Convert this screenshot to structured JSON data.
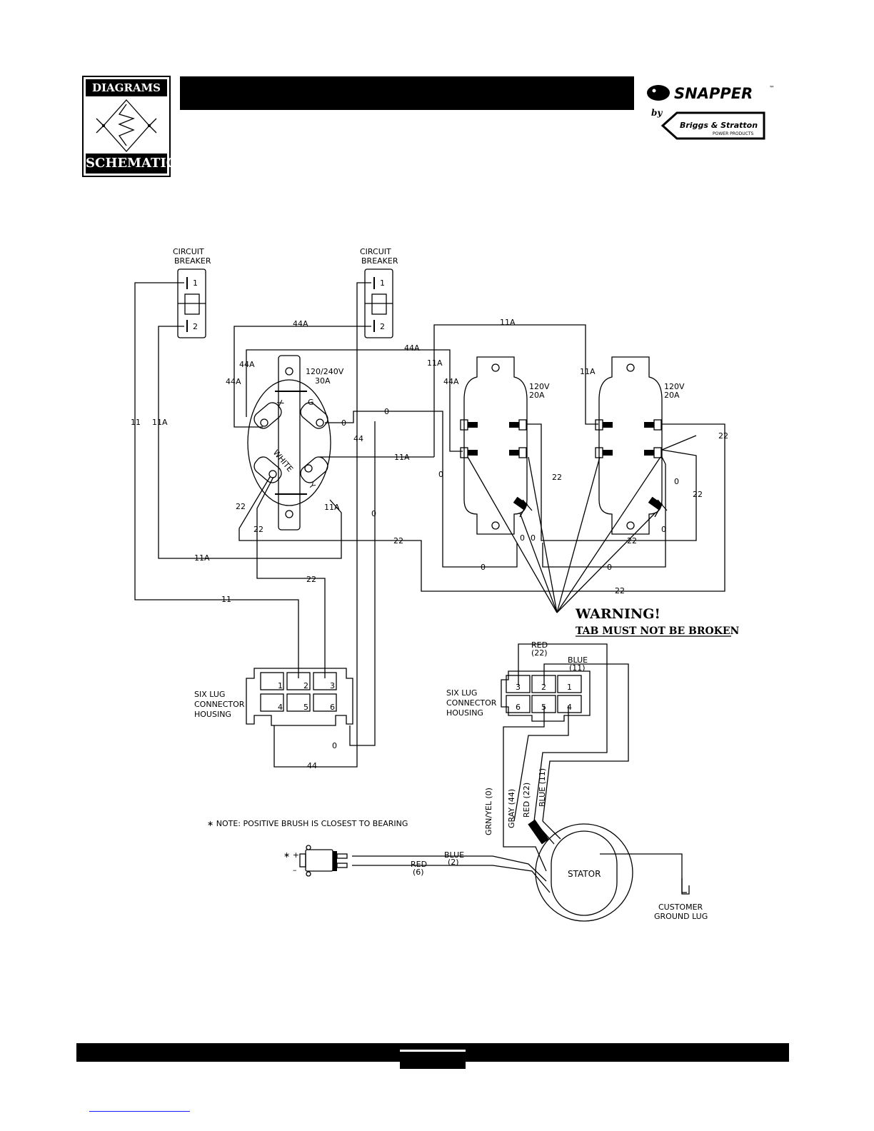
{
  "header": {
    "logo_top": "DIAGRAMS &",
    "logo_bottom": "SCHEMATICS",
    "brand_name": "SNAPPER",
    "brand_by": "by",
    "brand_partner": "Briggs & Stratton",
    "brand_partner_sub": "POWER PRODUCTS"
  },
  "labels": {
    "cb1": [
      "CIRCUIT",
      "BREAKER"
    ],
    "cb2": [
      "CIRCUIT",
      "BREAKER"
    ],
    "cb_pin1": "1",
    "cb_pin2": "2",
    "twist_lock": [
      "120/240V",
      "30A"
    ],
    "outlet1": [
      "120V",
      "20A"
    ],
    "outlet2": [
      "120V",
      "20A"
    ],
    "pin_x": "X",
    "pin_white": "WHITE",
    "pin_y": "Y",
    "pin_g": "G",
    "warning_title": "WARNING!",
    "warning_text": "TAB MUST NOT BE BROKEN",
    "six_lug_left": [
      "SIX LUG",
      "CONNECTOR",
      "HOUSING"
    ],
    "six_lug_right": [
      "SIX LUG",
      "CONNECTOR",
      "HOUSING"
    ],
    "note": "∗ NOTE: POSITIVE BRUSH IS CLOSEST TO BEARING",
    "stator": "STATOR",
    "ground_lug": [
      "CUSTOMER",
      "GROUND LUG"
    ],
    "brush_plus": "∗ +",
    "brush_minus": "–",
    "wire_blue2": [
      "BLUE",
      "(2)"
    ],
    "wire_red6": [
      "RED",
      "(6)"
    ],
    "wire_red22": [
      "RED",
      "(22)"
    ],
    "wire_blue11": [
      "BLUE",
      "(11)"
    ],
    "lead_grn": "GRN/YEL (0)",
    "lead_gray": "GRAY (44)",
    "lead_red": "RED (22)",
    "lead_blue": "BLUE (11)",
    "pins_left": [
      "1",
      "2",
      "3",
      "4",
      "5",
      "6"
    ],
    "pins_right": [
      "3",
      "2",
      "1",
      "6",
      "5",
      "4"
    ]
  },
  "wire_numbers": {
    "w44A": "44A",
    "w11A": "11A",
    "w11": "11",
    "w0": "0",
    "w44": "44",
    "w22": "22"
  }
}
